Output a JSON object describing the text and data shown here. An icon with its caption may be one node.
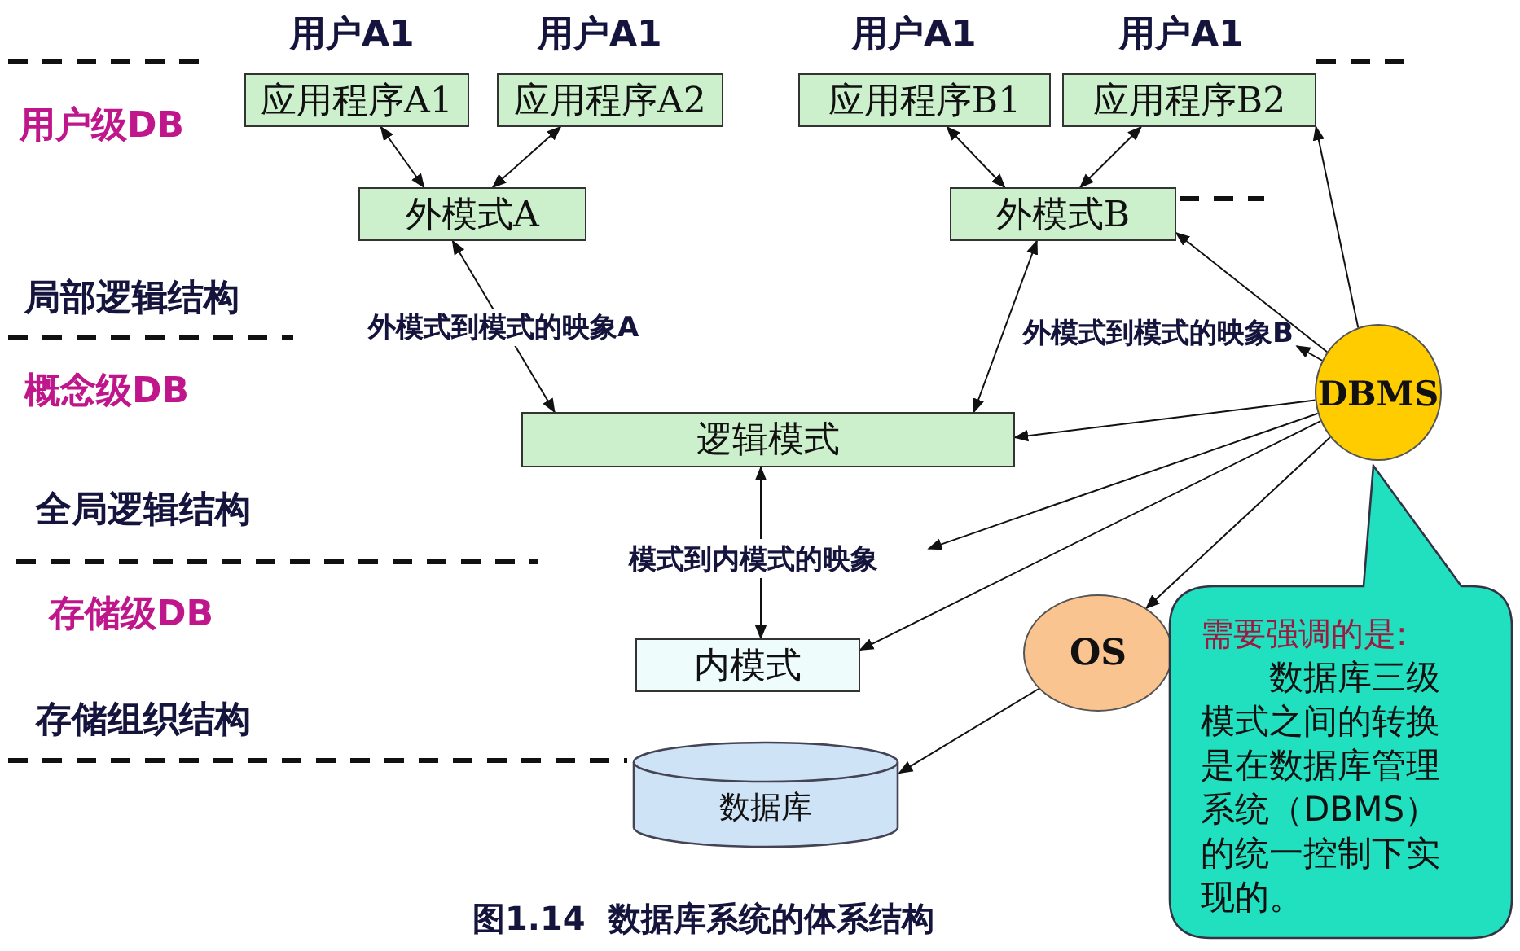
{
  "diagram": {
    "caption": "图1.14  数据库系统的体系结构",
    "nodes": [
      {
        "text": [
          "应用程序A1"
        ]
      },
      {
        "text": [
          "应用程序A2"
        ]
      },
      {
        "text": [
          "应用程序B1"
        ]
      },
      {
        "text": [
          "应用程序B2"
        ]
      },
      {
        "text": [
          "外模式A"
        ]
      },
      {
        "text": [
          "外模式B"
        ]
      },
      {
        "text": [
          "外模式到模式的映象B"
        ]
      },
      {
        "text": [
          "逻辑模式"
        ]
      },
      {
        "text": [
          "DBMS"
        ]
      },
      {
        "text": [
          "模式到内模式的映象"
        ]
      },
      {
        "text": [
          "内模式"
        ]
      },
      {
        "text": [
          "OS"
        ]
      },
      {
        "text": [
          "数据库"
        ]
      },
      {
        "text": [
          "需要强调的是:",
          "数据库三级模式之间的转换是在数据库管理系统（DBMS）的统一控制下实现的。"
        ]
      }
    ],
    "edges": [
      {
        "from": 0,
        "to": 4,
        "arrow": "both"
      },
      {
        "from": 1,
        "to": 4,
        "arrow": "both"
      },
      {
        "from": 2,
        "to": 5,
        "arrow": "both"
      },
      {
        "from": 3,
        "to": 5,
        "arrow": "both"
      },
      {
        "from": 4,
        "to": 7,
        "arrow": "both",
        "label": "外模式到模式的映象A"
      },
      {
        "from": 5,
        "to": 7,
        "arrow": "both"
      },
      {
        "from": 9,
        "to": 7,
        "arrow": "to"
      },
      {
        "from": 9,
        "to": 10,
        "arrow": "to"
      },
      {
        "from": 8,
        "to": 3,
        "arrow": "to"
      },
      {
        "from": 8,
        "to": 5,
        "arrow": "to"
      },
      {
        "from": 8,
        "to": 6,
        "arrow": "to"
      },
      {
        "from": 8,
        "to": 7,
        "arrow": "to"
      },
      {
        "from": 8,
        "to": 9,
        "arrow": "to"
      },
      {
        "from": 8,
        "to": 10,
        "arrow": "to"
      },
      {
        "from": 8,
        "to": 11,
        "arrow": "to"
      },
      {
        "from": 11,
        "to": 12,
        "arrow": "to"
      }
    ],
    "labels": [
      "用户A1",
      "用户A1",
      "用户A1",
      "用户A1",
      "用户级DB",
      "局部逻辑结构",
      "概念级DB",
      "全局逻辑结构",
      "存储级DB",
      "存储组织结构"
    ]
  }
}
